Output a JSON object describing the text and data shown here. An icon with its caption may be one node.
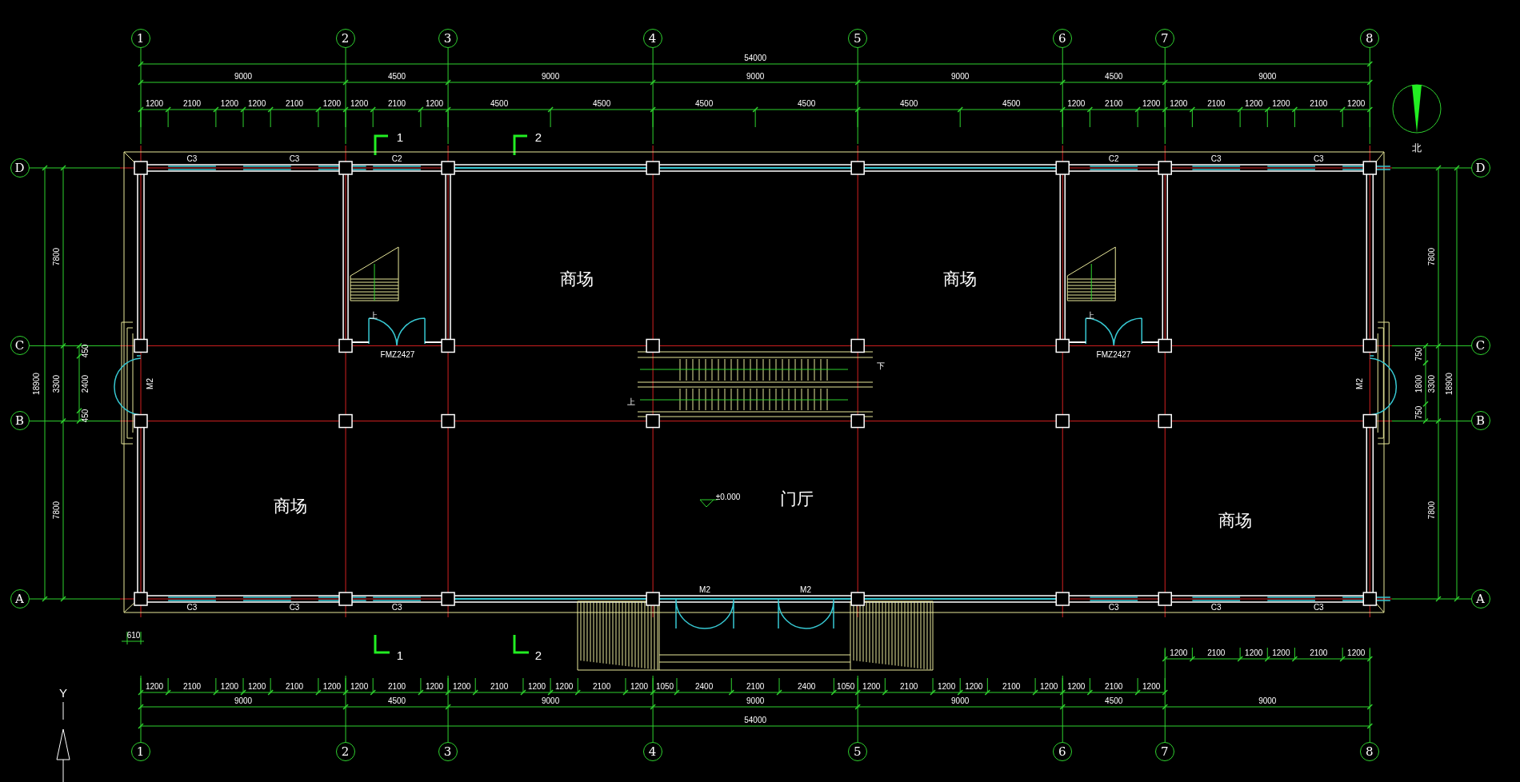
{
  "diagram": {
    "nodes": [
      {
        "text": [
          "1"
        ]
      },
      {
        "text": [
          "2"
        ]
      },
      {
        "text": [
          "3"
        ]
      },
      {
        "text": [
          "4"
        ]
      },
      {
        "text": [
          "5"
        ]
      },
      {
        "text": [
          "6"
        ]
      },
      {
        "text": [
          "7"
        ]
      },
      {
        "text": [
          "8"
        ]
      },
      {
        "text": [
          "D"
        ]
      },
      {
        "text": [
          "D"
        ]
      },
      {
        "text": [
          "C"
        ]
      },
      {
        "text": [
          "C"
        ]
      },
      {
        "text": [
          "B"
        ]
      },
      {
        "text": [
          "B"
        ]
      },
      {
        "text": [
          "A"
        ]
      },
      {
        "text": [
          "A"
        ]
      },
      {
        "text": [
          "1"
        ]
      },
      {
        "text": [
          "2"
        ]
      },
      {
        "text": [
          "3"
        ]
      },
      {
        "text": [
          "4"
        ]
      },
      {
        "text": [
          "5"
        ]
      },
      {
        "text": [
          "6"
        ]
      },
      {
        "text": [
          "7"
        ]
      },
      {
        "text": [
          "8"
        ]
      }
    ],
    "labels": [
      "54000",
      "9000",
      "4500",
      "9000",
      "9000",
      "9000",
      "4500",
      "9000",
      "1200",
      "2100",
      "1200",
      "1200",
      "2100",
      "1200",
      "1200",
      "2100",
      "1200",
      "4500",
      "4500",
      "4500",
      "4500",
      "4500",
      "4500",
      "1200",
      "2100",
      "1200",
      "1200",
      "2100",
      "1200",
      "1200",
      "2100",
      "1200",
      "1",
      "2",
      "北",
      "C3",
      "C3",
      "C2",
      "C2",
      "C3",
      "C3",
      "18900",
      "7800",
      "3300",
      "7800",
      "450",
      "2400",
      "450",
      "7800",
      "3300",
      "7800",
      "750",
      "1800",
      "750",
      "18900",
      "商场",
      "商场",
      "上",
      "上",
      "FMZ2427",
      "FMZ2427",
      "下",
      "M2",
      "M2",
      "上",
      "商场",
      "±0.000",
      "门厅",
      "商场",
      "M2",
      "M2",
      "C3",
      "C3",
      "C3",
      "C3",
      "C3",
      "C3",
      "610",
      "1",
      "2",
      "1200",
      "2100",
      "1200",
      "1200",
      "2100",
      "1200",
      "1200",
      "2100",
      "1200",
      "1200",
      "2100",
      "1200",
      "1200",
      "2100",
      "1200",
      "1200",
      "2100",
      "1200",
      "1200",
      "2100",
      "1200",
      "1050",
      "2400",
      "2100",
      "2400",
      "1050",
      "1200",
      "2100",
      "1200",
      "1200",
      "2100",
      "1200",
      "1200",
      "2100",
      "1200",
      "9000",
      "4500",
      "9000",
      "9000",
      "9000",
      "4500",
      "9000",
      "54000",
      "Y"
    ]
  }
}
